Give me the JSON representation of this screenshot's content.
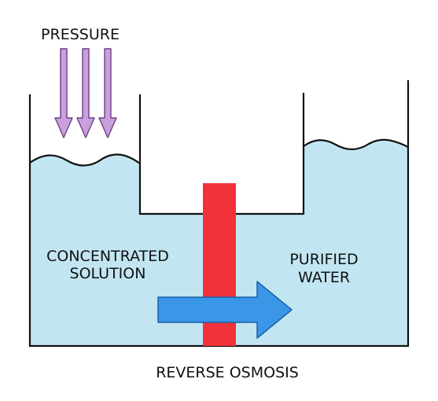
{
  "labels": {
    "pressure": "PRESSURE",
    "concentrated_line1": "CONCENTRATED",
    "concentrated_line2": "SOLUTION",
    "purified_line1": "PURIFIED",
    "purified_line2": "WATER",
    "caption": "REVERSE OSMOSIS"
  },
  "colors": {
    "water": "#c2e6f1",
    "outline": "#111111",
    "membrane": "#f2323a",
    "flow_arrow": "#3a97e8",
    "flow_arrow_stroke": "#1c5fa8",
    "pressure_arrow": "#c9a0dc",
    "pressure_arrow_stroke": "#6e3f86"
  }
}
